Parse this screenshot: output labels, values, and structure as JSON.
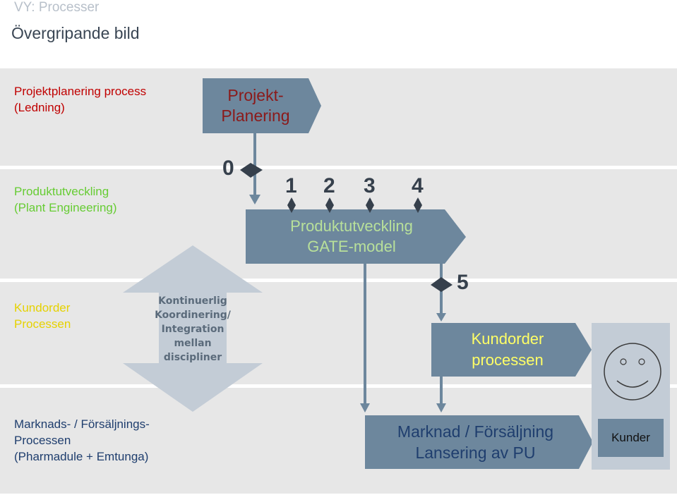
{
  "header": {
    "subtitle": "VY: Processer",
    "title": "Övergripande bild"
  },
  "lanes": {
    "projekt": {
      "line1": "Projektplanering process",
      "line2": "(Ledning)",
      "color": "#c00000"
    },
    "produkt": {
      "line1": "Produktutveckling",
      "line2": "(Plant Engineering)",
      "color": "#66cc33"
    },
    "kundorder": {
      "line1": "Kundorder",
      "line2": "Processen",
      "color": "#e6d200"
    },
    "marknad": {
      "line1": "Marknads- / Försäljnings-",
      "line2": "Processen",
      "line3": "(Pharmadule + Emtunga)",
      "color": "#1f3e6e"
    }
  },
  "boxes": {
    "projektplanering": {
      "line1": "Projekt-",
      "line2": "Planering"
    },
    "gate_model": {
      "line1": "Produktutveckling",
      "line2": "GATE-model"
    },
    "kundorder": {
      "line1": "Kundorder",
      "line2": "processen"
    },
    "marknad": {
      "line1": "Marknad / Försäljning",
      "line2": "Lansering av PU"
    },
    "kunder": {
      "label": "Kunder"
    }
  },
  "coordination": {
    "line1": "Kontinuerlig",
    "line2": "Koordinering/",
    "line3": "Integration",
    "line4": "mellan",
    "line5": "discipliner"
  },
  "gates": [
    "0",
    "1",
    "2",
    "3",
    "4",
    "5"
  ],
  "icons": {
    "customer": "smiley-face-icon"
  },
  "colors": {
    "box_fill": "#6d879d",
    "box_text": "#1f3e6e",
    "light_text": "#dfe6ee",
    "band": "#e7e7e7",
    "coordination_fill": "#c3ccd6",
    "marker": "#36404c"
  }
}
